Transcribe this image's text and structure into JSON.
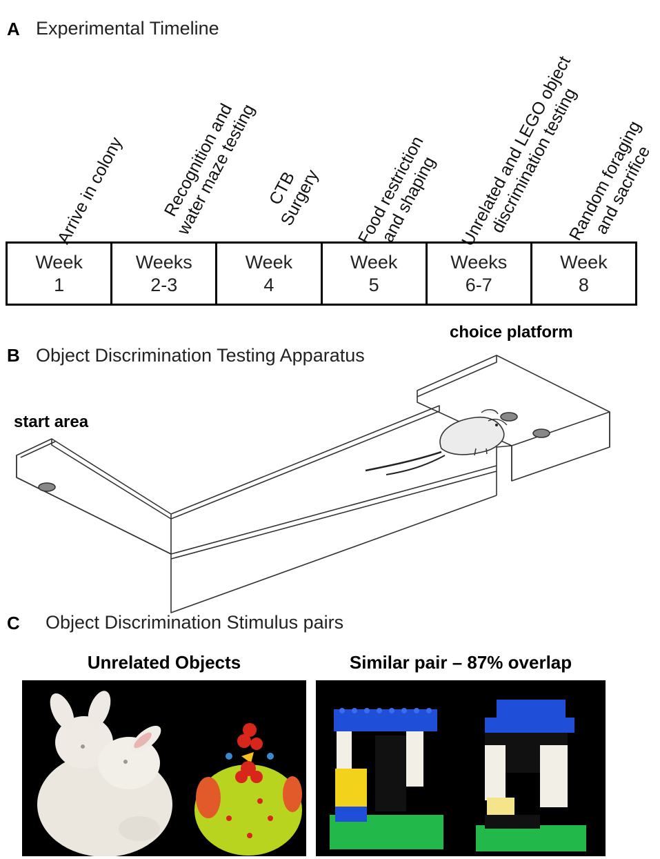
{
  "panelA": {
    "letter": "A",
    "title": "Experimental Timeline",
    "events": [
      {
        "line1": "Arrive in colony",
        "line2": ""
      },
      {
        "line1": "Recognition and",
        "line2": "water maze testing"
      },
      {
        "line1": "CTB",
        "line2": "Surgery"
      },
      {
        "line1": "Food restriction",
        "line2": "and shaping"
      },
      {
        "line1": "Unrelated and LEGO object",
        "line2": "discrimination testing"
      },
      {
        "line1": "Random foraging",
        "line2": "and sacrifice"
      }
    ],
    "weeks": [
      {
        "line1": "Week",
        "line2": "1"
      },
      {
        "line1": "Weeks",
        "line2": "2-3"
      },
      {
        "line1": "Week",
        "line2": "4"
      },
      {
        "line1": "Week",
        "line2": "5"
      },
      {
        "line1": "Weeks",
        "line2": "6-7"
      },
      {
        "line1": "Week",
        "line2": "8"
      }
    ]
  },
  "panelB": {
    "letter": "B",
    "title": "Object Discrimination Testing Apparatus",
    "start_label": "start area",
    "choice_label": "choice platform"
  },
  "panelC": {
    "letter": "C",
    "title": "Object Discrimination Stimulus pairs",
    "left_title": "Unrelated Objects",
    "right_title": "Similar pair – 87% overlap"
  },
  "colors": {
    "lego_blue": "#1f4fd8",
    "lego_green": "#22b84a",
    "lego_yellow": "#f2d21a",
    "chicken_green": "#b8d41c",
    "chicken_red": "#d8261a",
    "bunny_white": "#ece8e0"
  }
}
